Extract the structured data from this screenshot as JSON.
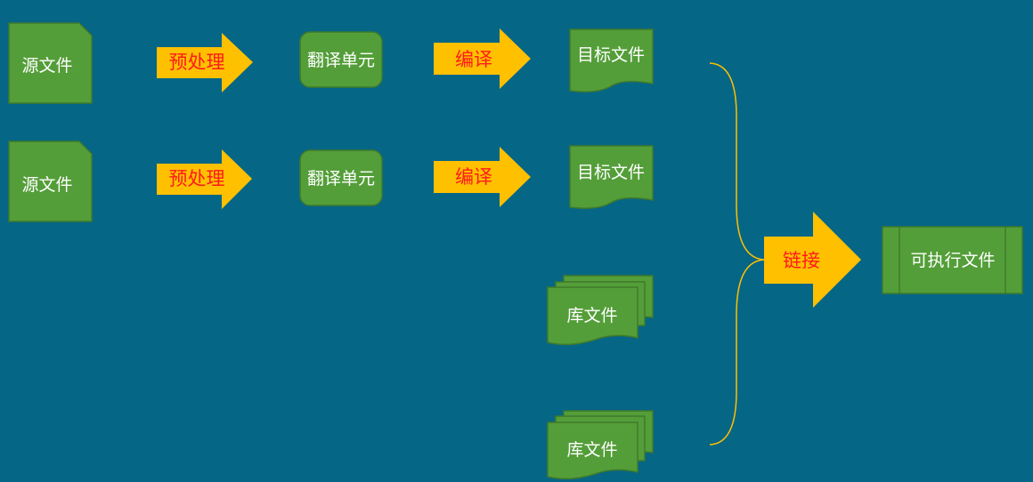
{
  "rows": [
    {
      "source": "源文件",
      "preprocess": "预处理",
      "unit": "翻译单元",
      "compile": "编译",
      "object": "目标文件"
    },
    {
      "source": "源文件",
      "preprocess": "预处理",
      "unit": "翻译单元",
      "compile": "编译",
      "object": "目标文件"
    }
  ],
  "libraries": [
    "库文件",
    "库文件"
  ],
  "link": "链接",
  "executable": "可执行文件",
  "colors": {
    "background": "#066685",
    "shape": "#549e39",
    "arrow": "#ffc000",
    "arrow_text": "#ff1a1a",
    "brace": "#ffc000"
  }
}
